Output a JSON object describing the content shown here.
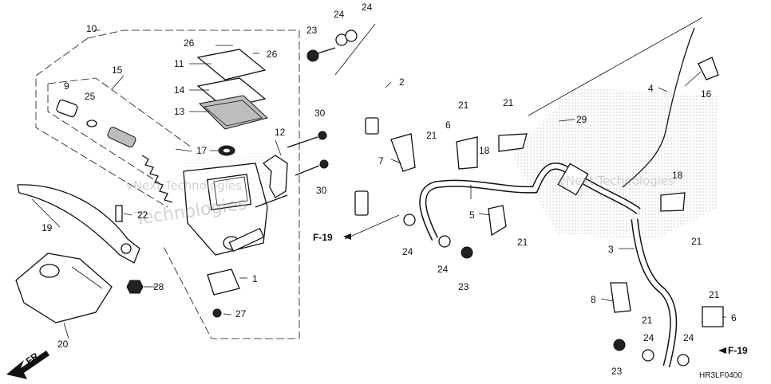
{
  "diagram": {
    "code": "HR3LF0400",
    "direction_label": "FR.",
    "ref_labels": [
      "F-19",
      "F-19"
    ],
    "watermark": [
      "vNext Technologies",
      "vNext Technologies",
      "Technologies"
    ]
  },
  "parts": [
    {
      "num": "1"
    },
    {
      "num": "2"
    },
    {
      "num": "3"
    },
    {
      "num": "4"
    },
    {
      "num": "5"
    },
    {
      "num": "6"
    },
    {
      "num": "6"
    },
    {
      "num": "7"
    },
    {
      "num": "8"
    },
    {
      "num": "9"
    },
    {
      "num": "10"
    },
    {
      "num": "11"
    },
    {
      "num": "12"
    },
    {
      "num": "13"
    },
    {
      "num": "14"
    },
    {
      "num": "15"
    },
    {
      "num": "16"
    },
    {
      "num": "17"
    },
    {
      "num": "18"
    },
    {
      "num": "18"
    },
    {
      "num": "19"
    },
    {
      "num": "20"
    },
    {
      "num": "21"
    },
    {
      "num": "21"
    },
    {
      "num": "21"
    },
    {
      "num": "21"
    },
    {
      "num": "21"
    },
    {
      "num": "21"
    },
    {
      "num": "21"
    },
    {
      "num": "22"
    },
    {
      "num": "23"
    },
    {
      "num": "23"
    },
    {
      "num": "23"
    },
    {
      "num": "24"
    },
    {
      "num": "24"
    },
    {
      "num": "24"
    },
    {
      "num": "24"
    },
    {
      "num": "24"
    },
    {
      "num": "24"
    },
    {
      "num": "25"
    },
    {
      "num": "26"
    },
    {
      "num": "26"
    },
    {
      "num": "27"
    },
    {
      "num": "28"
    },
    {
      "num": "29"
    },
    {
      "num": "30"
    },
    {
      "num": "30"
    }
  ]
}
